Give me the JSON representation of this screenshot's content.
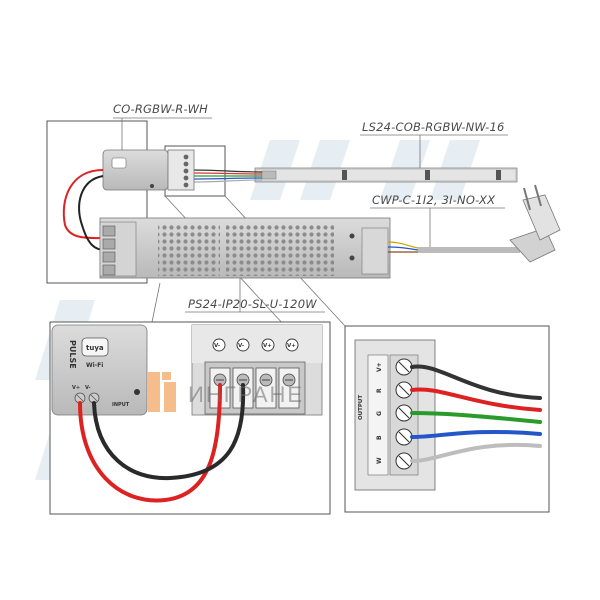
{
  "labels": {
    "controller": "CO-RGBW-R-WH",
    "strip": "LS24-COB-RGBW-NW-16",
    "cable": "CWP-C-1I2, 3I-NO-XX",
    "psu": "PS24-IP20-SL-U-120W"
  },
  "controller_text": {
    "brand": "PULSE",
    "logo": "tuya",
    "wifi": "Wi-Fi",
    "input": "INPUT",
    "output": "OUTPUT",
    "vplus": "V+",
    "vminus": "V-"
  },
  "output_pins": [
    "V+",
    "R",
    "G",
    "B",
    "W"
  ],
  "psu_terminals": [
    "V-",
    "V-",
    "V+",
    "V+"
  ],
  "watermark": "ИНГРАНЕ"
}
